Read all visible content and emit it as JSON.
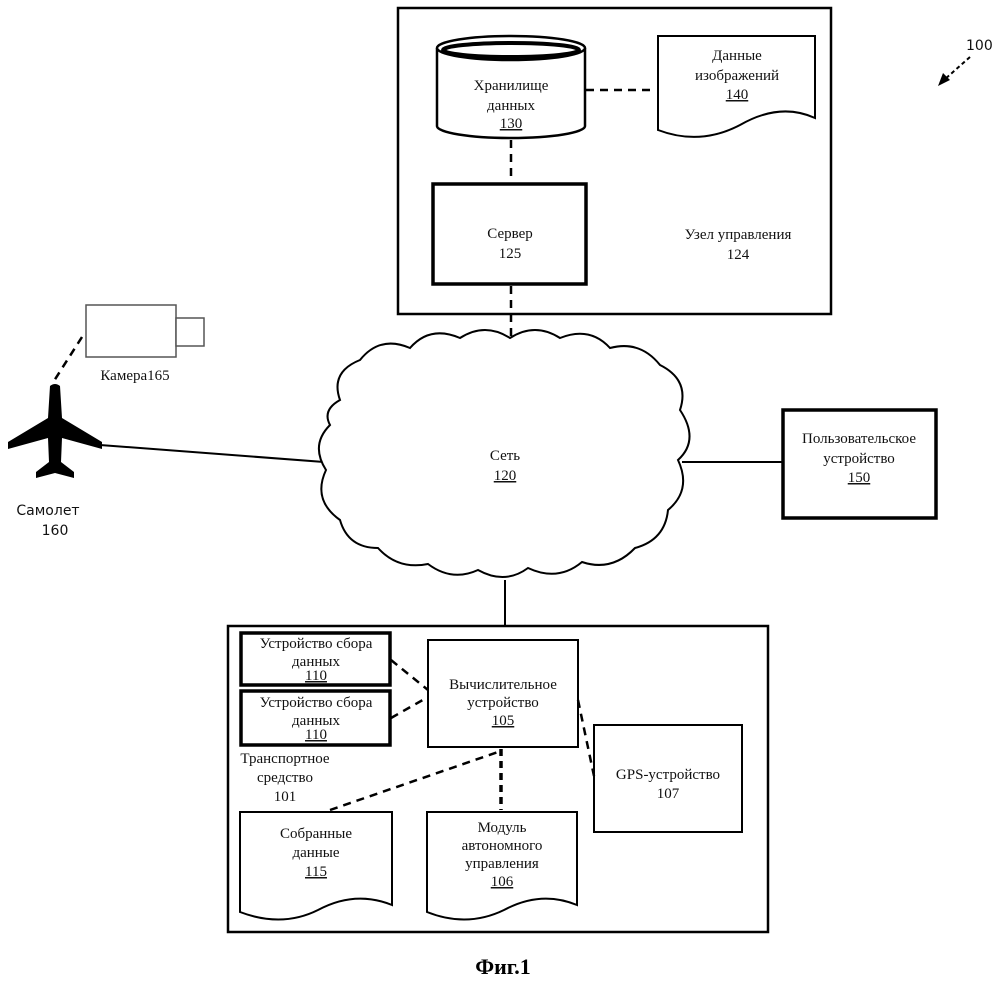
{
  "ref_label": "100",
  "control_node": {
    "label": "Узел управления",
    "num": "124"
  },
  "data_storage": {
    "line1": "Хранилище",
    "line2": "данных",
    "num": "130"
  },
  "image_data": {
    "line1": "Данные",
    "line2": "изображений",
    "num": "140"
  },
  "server": {
    "label": "Сервер",
    "num": "125"
  },
  "camera": {
    "label": "Камера",
    "num": "165"
  },
  "aircraft": {
    "label": "Самолет",
    "num": "160"
  },
  "network": {
    "label": "Сеть",
    "num": "120"
  },
  "user_device": {
    "line1": "Пользовательское",
    "line2": "устройство",
    "num": "150"
  },
  "data_collector_1": {
    "line1": "Устройство сбора",
    "line2": "данных",
    "num": "110"
  },
  "data_collector_2": {
    "line1": "Устройство сбора",
    "line2": "данных",
    "num": "110"
  },
  "computing_device": {
    "line1": "Вычислительное",
    "line2": "устройство",
    "num": "105"
  },
  "vehicle": {
    "line1": "Транспортное",
    "line2": "средство",
    "num": "101"
  },
  "gps": {
    "label": "GPS-устройство",
    "num": "107"
  },
  "collected_data": {
    "line1": "Собранные",
    "line2": "данные",
    "num": "115"
  },
  "autonomous_module": {
    "line1": "Модуль",
    "line2": "автономного",
    "line3": "управления",
    "num": "106"
  },
  "figure_caption": "Фиг.1"
}
